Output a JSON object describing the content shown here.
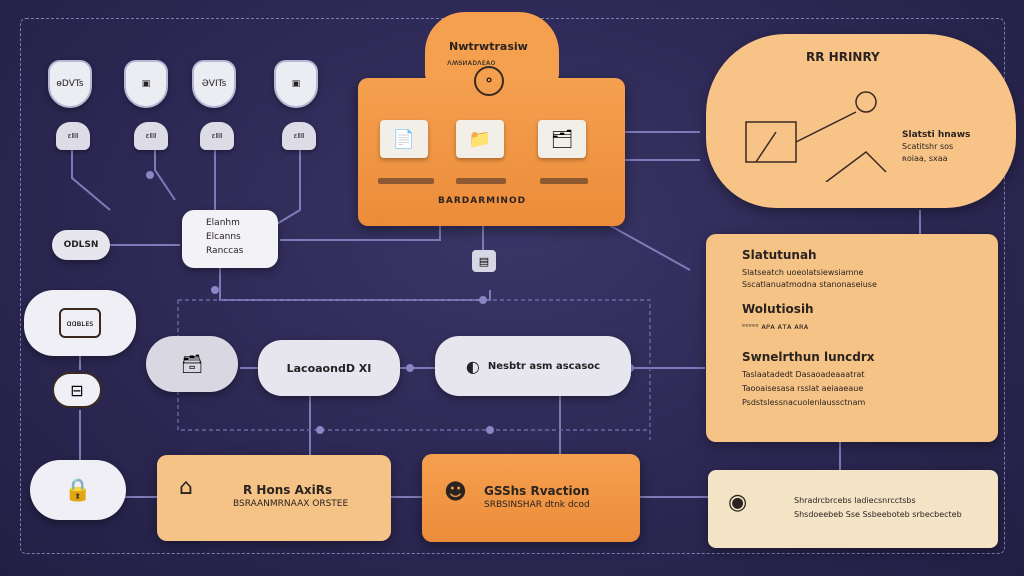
{
  "top_shields": [
    {
      "label": "ɵDVTs"
    },
    {
      "label": "▣"
    },
    {
      "label": "ƏVITs"
    },
    {
      "label": "▣"
    }
  ],
  "hub_labels": [
    "ɛⅡⅡ",
    "ɛⅡⅡ",
    "ɛⅡⅡ",
    "ɛⅡⅡ"
  ],
  "center_panel": {
    "title": "Nwtrwtrasiw",
    "subtitle": "ʌʍᵴᴎᴀᴅʌᴇᴀᴏ",
    "footer": "BARDARMINOD"
  },
  "cloud_right": {
    "title": "RR HRINRY",
    "caption_lines": [
      "Slatsti hnaws",
      "Scatitshr sos",
      "ʀoiaa, sxaa"
    ]
  },
  "left_labels": {
    "odlsn": "ODLSN",
    "elcanhs": [
      "Elanhm",
      "Elcanns",
      "Ranccas"
    ],
    "cloud_box": "ɑɑʙʟᴇs"
  },
  "pills": {
    "mid_left": "LacoaondD XI",
    "mid_center": "Nesbtr asm ascasoc"
  },
  "right_panel": {
    "sections": [
      {
        "title": "Slatutunah",
        "lines": [
          "Slatseatch uoeolatsiewsiamne",
          "Sscatlanuatmodna stanonaseiuse"
        ]
      },
      {
        "title": "Wolutiosih",
        "lines": [
          "ᵉᵉᵉᵉᵉ ᴀᴘᴀ ᴀᴛᴀ ᴀʀᴀ"
        ]
      },
      {
        "title": "Swnelrthun luncdrx",
        "lines": [
          "Taslaatadedt Dasaoadeaaatrat",
          "Taooaisesasa rsslat aeiaaeaue",
          "Psdstslessnacuolenlaussctnam"
        ]
      }
    ]
  },
  "bottom": {
    "left_title": "R Hons AxiRs",
    "left_sub": "BSRAANMRNAAX ORSTEE",
    "mid_title": "GSShs Rvaction",
    "mid_sub": "SRBSINSHAR dtnk dcod",
    "right_text": [
      "Shradrcbrcebs ladiecsnrcctsbs",
      "Shsdoeebeb Sse Ssbeeboteb srbecbecteb"
    ]
  },
  "colors": {
    "background": "#2b2752",
    "orange": "#ec8c3a",
    "peach": "#f6c386",
    "wire": "#7e7bb8"
  }
}
